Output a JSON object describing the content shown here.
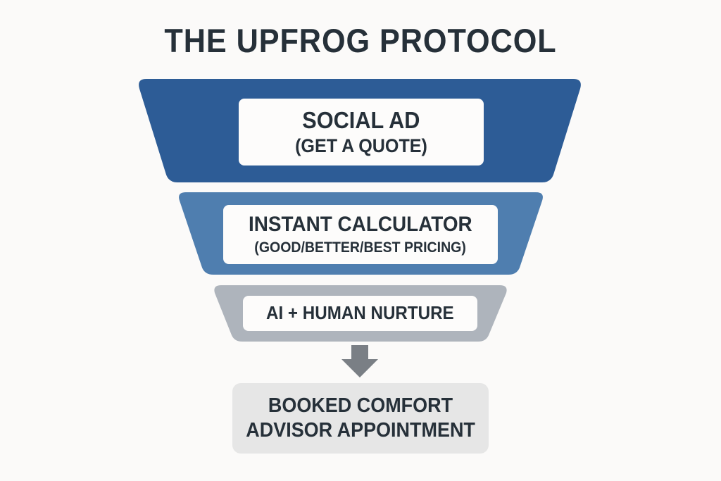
{
  "title": "THE UPFROG PROTOCOL",
  "colors": {
    "background": "#fbfaf9",
    "tier1": "#2d5c96",
    "tier2": "#4f7eaf",
    "tier3": "#aeb4bc",
    "arrow": "#7a7f85",
    "final_box": "#e6e6e6",
    "text": "#263039"
  },
  "funnel": {
    "tiers": [
      {
        "line1": "SOCIAL AD",
        "line2": "(GET A QUOTE)"
      },
      {
        "line1": "INSTANT CALCULATOR",
        "line2": "(GOOD/BETTER/BEST PRICING)"
      },
      {
        "line1": "AI + HUMAN NURTURE"
      }
    ],
    "arrow_icon": "down-arrow-icon",
    "outcome": {
      "line1": "BOOKED COMFORT",
      "line2": "ADVISOR APPOINTMENT"
    }
  }
}
